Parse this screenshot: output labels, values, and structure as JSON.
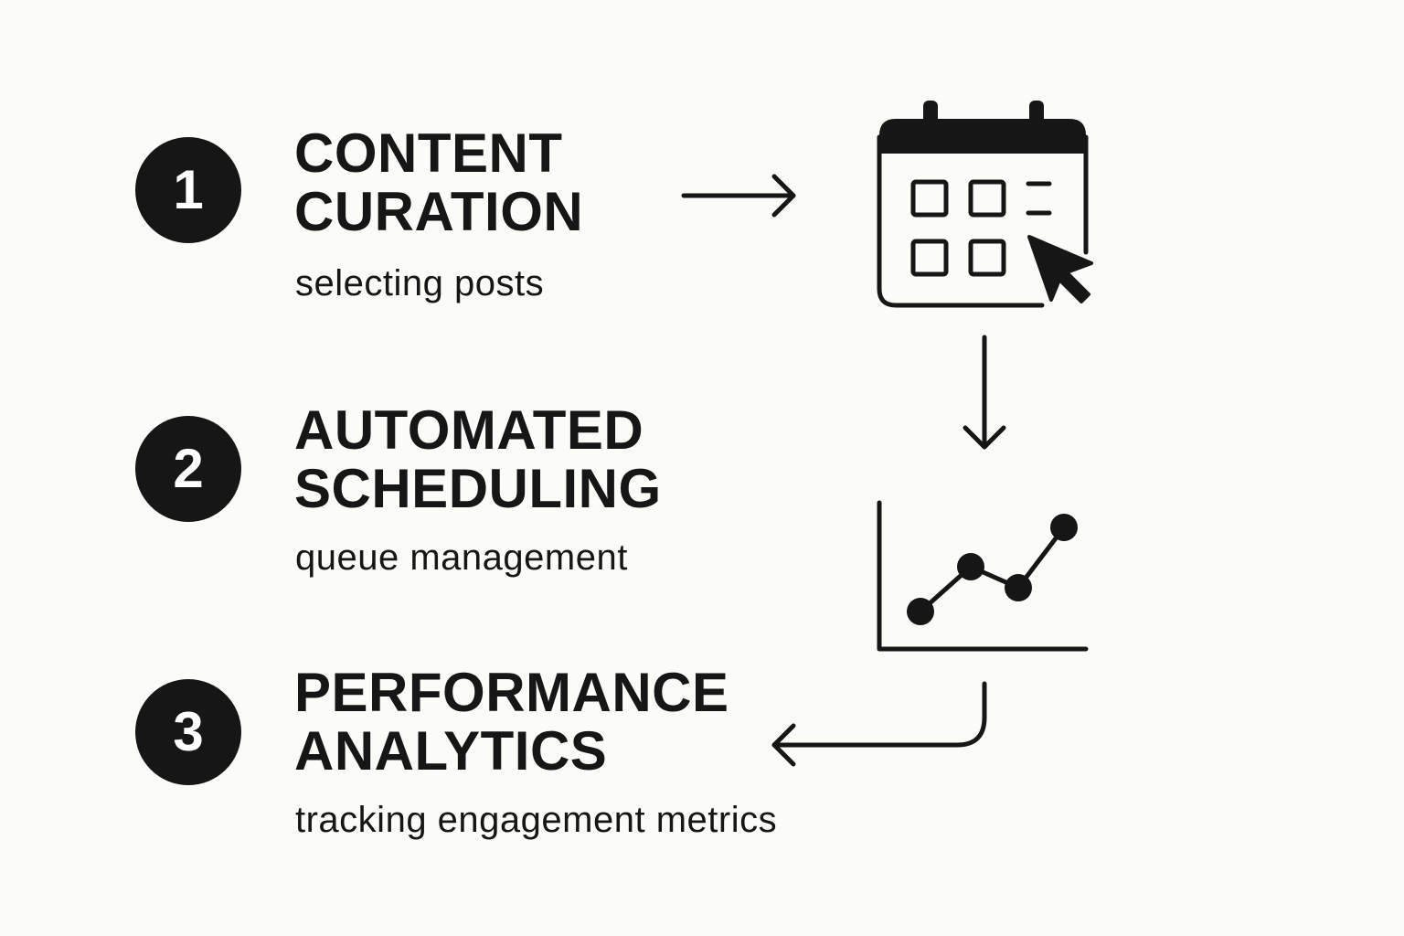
{
  "steps": [
    {
      "number": "1",
      "title_line1": "CONTENT",
      "title_line2": "CURATION",
      "subtitle": "selecting posts"
    },
    {
      "number": "2",
      "title_line1": "AUTOMATED",
      "title_line2": "SCHEDULING",
      "subtitle": "queue management"
    },
    {
      "number": "3",
      "title_line1": "PERFORMANCE",
      "title_line2": "ANALYTICS",
      "subtitle": "tracking engagement metrics"
    }
  ],
  "icons": {
    "calendar": "calendar-grid-icon",
    "cursor": "cursor-arrow-icon",
    "chart": "line-chart-icon",
    "arrow_right": "arrow-right-icon",
    "arrow_down": "arrow-down-icon",
    "arrow_return": "arrow-return-left-icon"
  },
  "colors": {
    "ink": "#161616",
    "background": "#fbfbf8",
    "badge_text": "#ffffff"
  }
}
